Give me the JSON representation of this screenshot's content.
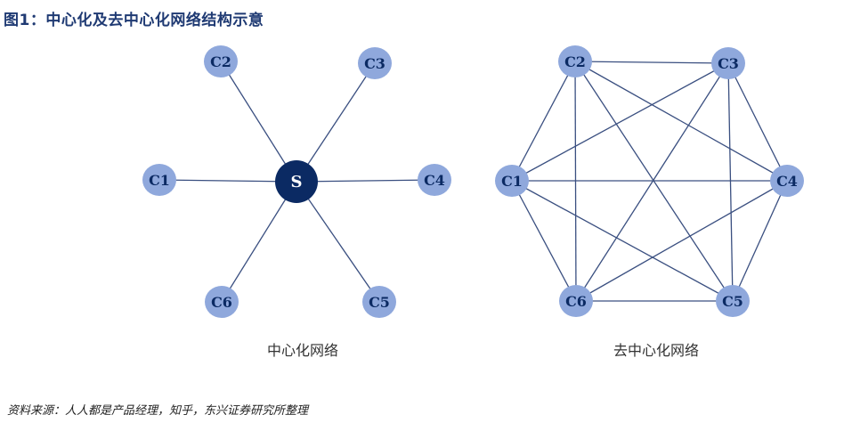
{
  "title": "图1：中心化及去中心化网络结构示意",
  "centralized": {
    "caption": "中心化网络",
    "hub_label": "S",
    "nodes": [
      "C1",
      "C2",
      "C3",
      "C4",
      "C5",
      "C6"
    ]
  },
  "decentralized": {
    "caption": "去中心化网络",
    "nodes": [
      "C1",
      "C2",
      "C3",
      "C4",
      "C5",
      "C6"
    ]
  },
  "source": "资料来源：人人都是产品经理，知乎，东兴证券研究所整理",
  "colors": {
    "node": "#8fa8dc",
    "hub": "#0b2a63",
    "edge": "#3a4f80",
    "title": "#1f3a73"
  }
}
